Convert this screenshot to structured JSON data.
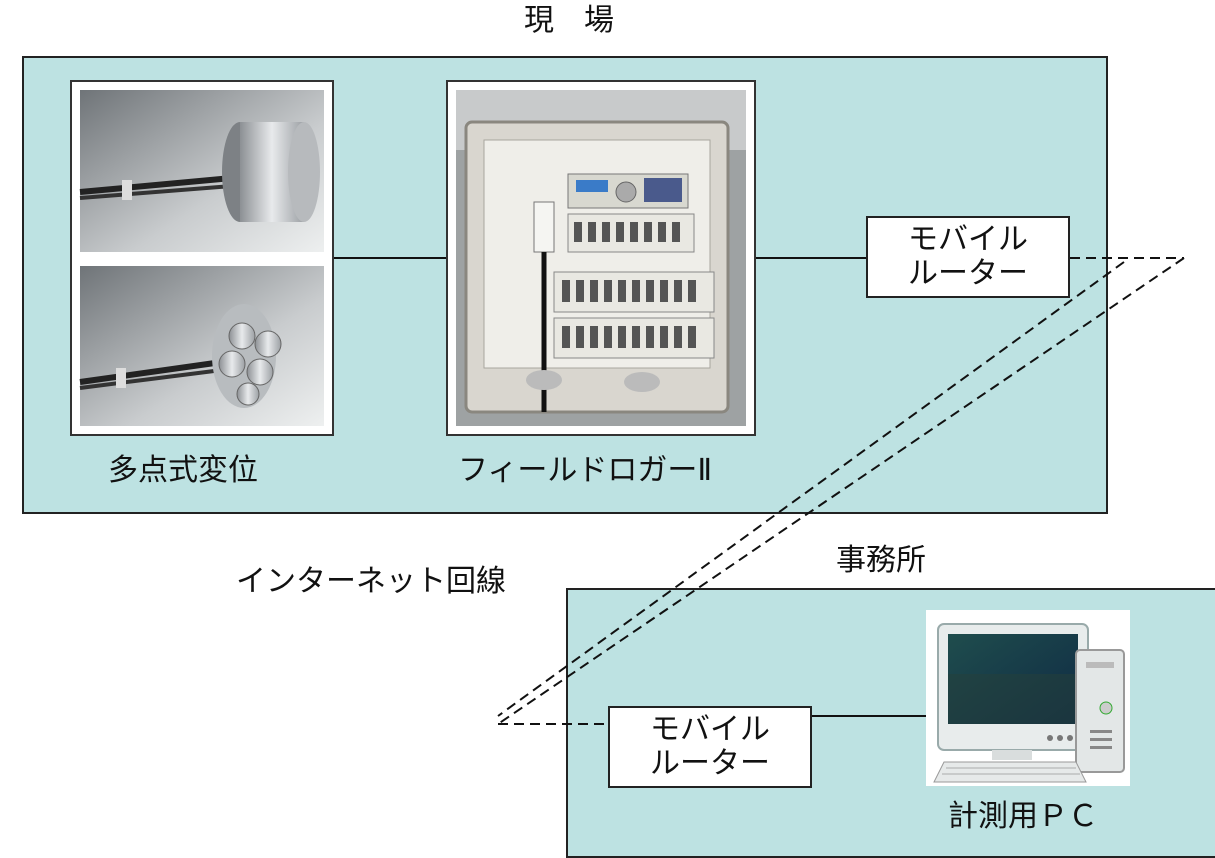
{
  "site": {
    "title": "現　場"
  },
  "office": {
    "title": "事務所"
  },
  "sensor": {
    "caption": "多点式変位"
  },
  "logger": {
    "caption": "フィールドロガーⅡ"
  },
  "router_site": {
    "line1": "モバイル",
    "line2": "ルーター"
  },
  "router_office": {
    "line1": "モバイル",
    "line2": "ルーター"
  },
  "internet": {
    "label": "インターネット回線"
  },
  "pc": {
    "caption": "計測用ＰＣ"
  },
  "colors": {
    "panel": "#bde2e2",
    "border": "#222222",
    "photo_gray": "#9aa0a4",
    "logger_case": "#d9d6cf"
  }
}
